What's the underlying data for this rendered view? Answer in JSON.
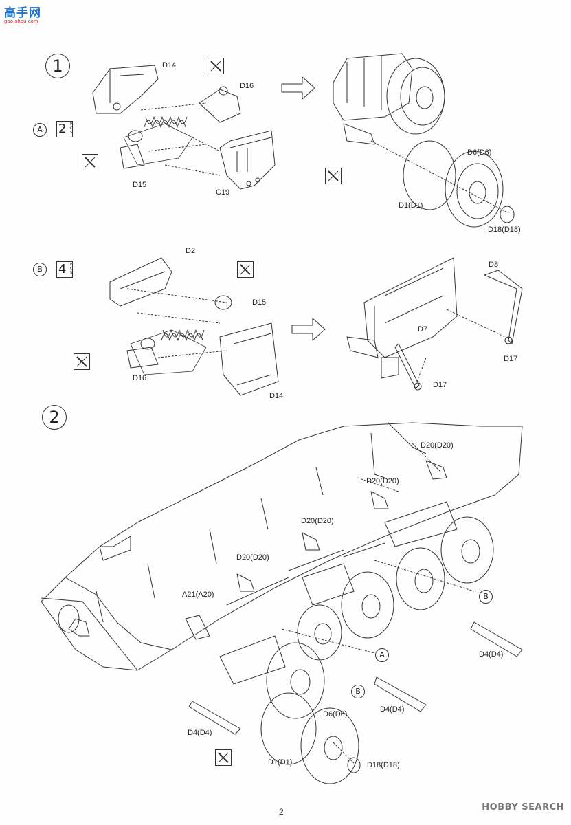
{
  "watermark": {
    "title": "高手网",
    "url": "gao-shou.com"
  },
  "steps": [
    {
      "number": "1",
      "sub": [
        {
          "letter": "A",
          "qty": "2",
          "qty_unit": "PCS",
          "parts": [
            "D14",
            "D16",
            "D15",
            "C19"
          ],
          "result_parts": [
            "D6(D6)",
            "D1(D1)",
            "D18(D18)"
          ]
        },
        {
          "letter": "B",
          "qty": "4",
          "qty_unit": "PCS",
          "parts": [
            "D2",
            "D15",
            "D16",
            "D14"
          ],
          "result_parts": [
            "D8",
            "D7",
            "D17",
            "D17"
          ]
        }
      ]
    },
    {
      "number": "2",
      "labels": [
        "D20(D20)",
        "D20(D20)",
        "D20(D20)",
        "D20(D20)",
        "A21(A20)",
        "D4(D4)",
        "D4(D4)",
        "D4(D4)",
        "D6(D6)",
        "D1(D1)",
        "D18(D18)"
      ],
      "callouts": [
        "B",
        "A",
        "B"
      ]
    }
  ],
  "footer": {
    "page_number": "2",
    "brand": "HOBBY SEARCH"
  }
}
